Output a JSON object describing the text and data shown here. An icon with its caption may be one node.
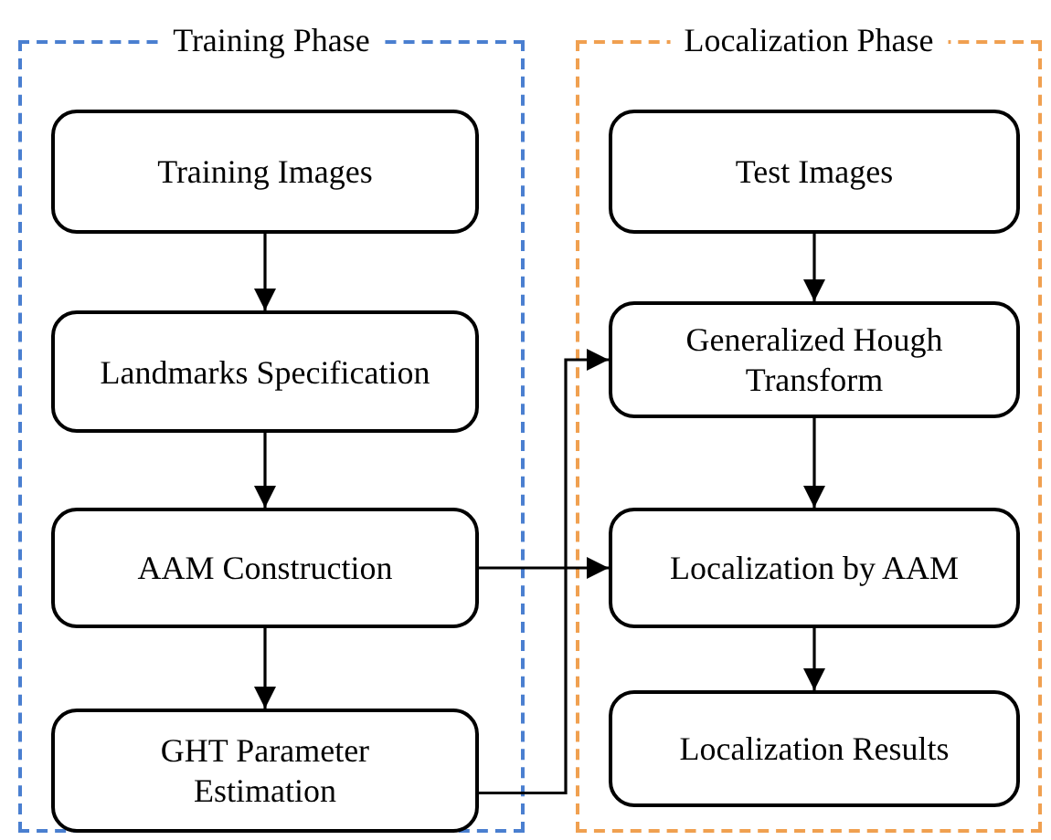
{
  "diagram": {
    "nodes": [
      {
        "text": [
          "Training Phase"
        ]
      },
      {
        "text": [
          "Training Images"
        ],
        "in": 0
      },
      {
        "text": [
          "Landmarks Specification"
        ],
        "in": 0
      },
      {
        "text": [
          "AAM Construction"
        ],
        "in": 0
      },
      {
        "text": [
          "GHT Parameter Estimation"
        ],
        "in": 0
      },
      {
        "text": [
          "Localization Phase"
        ]
      },
      {
        "text": [
          "Test Images"
        ],
        "in": 5
      },
      {
        "text": [
          "Generalized Hough Transform"
        ],
        "in": 5
      },
      {
        "text": [
          "Localization by AAM"
        ],
        "in": 5
      },
      {
        "text": [
          "Localization Results"
        ],
        "in": 5
      }
    ],
    "edges": [
      {
        "from": 1,
        "to": 2,
        "arrow": "to"
      },
      {
        "from": 2,
        "to": 3,
        "arrow": "to"
      },
      {
        "from": 3,
        "to": 4,
        "arrow": "to"
      },
      {
        "from": 6,
        "to": 7,
        "arrow": "to"
      },
      {
        "from": 7,
        "to": 8,
        "arrow": "to"
      },
      {
        "from": 8,
        "to": 9,
        "arrow": "to"
      },
      {
        "from": 3,
        "to": 8,
        "arrow": "to"
      },
      {
        "from": 4,
        "to": 7,
        "arrow": "to"
      }
    ]
  }
}
